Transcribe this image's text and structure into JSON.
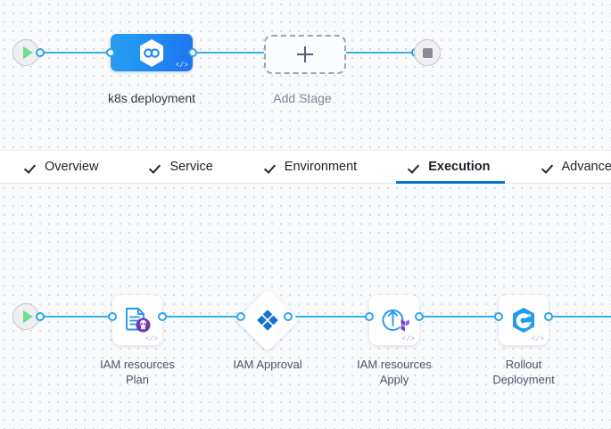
{
  "stage_graph": {
    "start_node": {
      "name": "start-node",
      "icon": "play-icon"
    },
    "end_node": {
      "name": "end-node",
      "icon": "stop-icon"
    },
    "stage": {
      "label": "k8s deployment",
      "icon": "kubernetes-hexagon-icon",
      "code_badge": "</>",
      "gradient_from": "#2b9cf0",
      "gradient_to": "#1d72ef"
    },
    "add_stage": {
      "label": "Add Stage",
      "icon": "plus-icon"
    }
  },
  "tabs": [
    {
      "label": "Overview",
      "icon": "check-icon",
      "active": false
    },
    {
      "label": "Service",
      "icon": "check-icon",
      "active": false
    },
    {
      "label": "Environment",
      "icon": "check-icon",
      "active": false
    },
    {
      "label": "Execution",
      "icon": "check-icon",
      "active": true
    },
    {
      "label": "Advanced",
      "icon": "check-icon",
      "active": false
    }
  ],
  "execution_graph": {
    "start_node": {
      "name": "start-node",
      "icon": "play-icon"
    },
    "steps": [
      {
        "label": "IAM resources\nPlan",
        "type": "step",
        "icon": "terraform-plan-document-icon",
        "code_badge": "</>"
      },
      {
        "label": "IAM Approval",
        "type": "approval",
        "icon": "harness-approval-icon"
      },
      {
        "label": "IAM resources\nApply",
        "type": "step",
        "icon": "terraform-apply-rollback-icon",
        "code_badge": "</>"
      },
      {
        "label": "Rollout\nDeployment",
        "type": "step",
        "icon": "kubernetes-rollout-icon",
        "code_badge": "</>"
      }
    ]
  },
  "colors": {
    "accent_blue": "#0078d4",
    "edge_blue": "#35b0f0",
    "port_blue": "#2fa4e7",
    "canvas_bg": "#f8fafc",
    "grid_dot": "#c6cfdb",
    "play_green": "#6fdd8b",
    "stop_grey": "#8b8b97",
    "terraform_purple": "#6f42c1",
    "icon_blue": "#2196f3"
  }
}
